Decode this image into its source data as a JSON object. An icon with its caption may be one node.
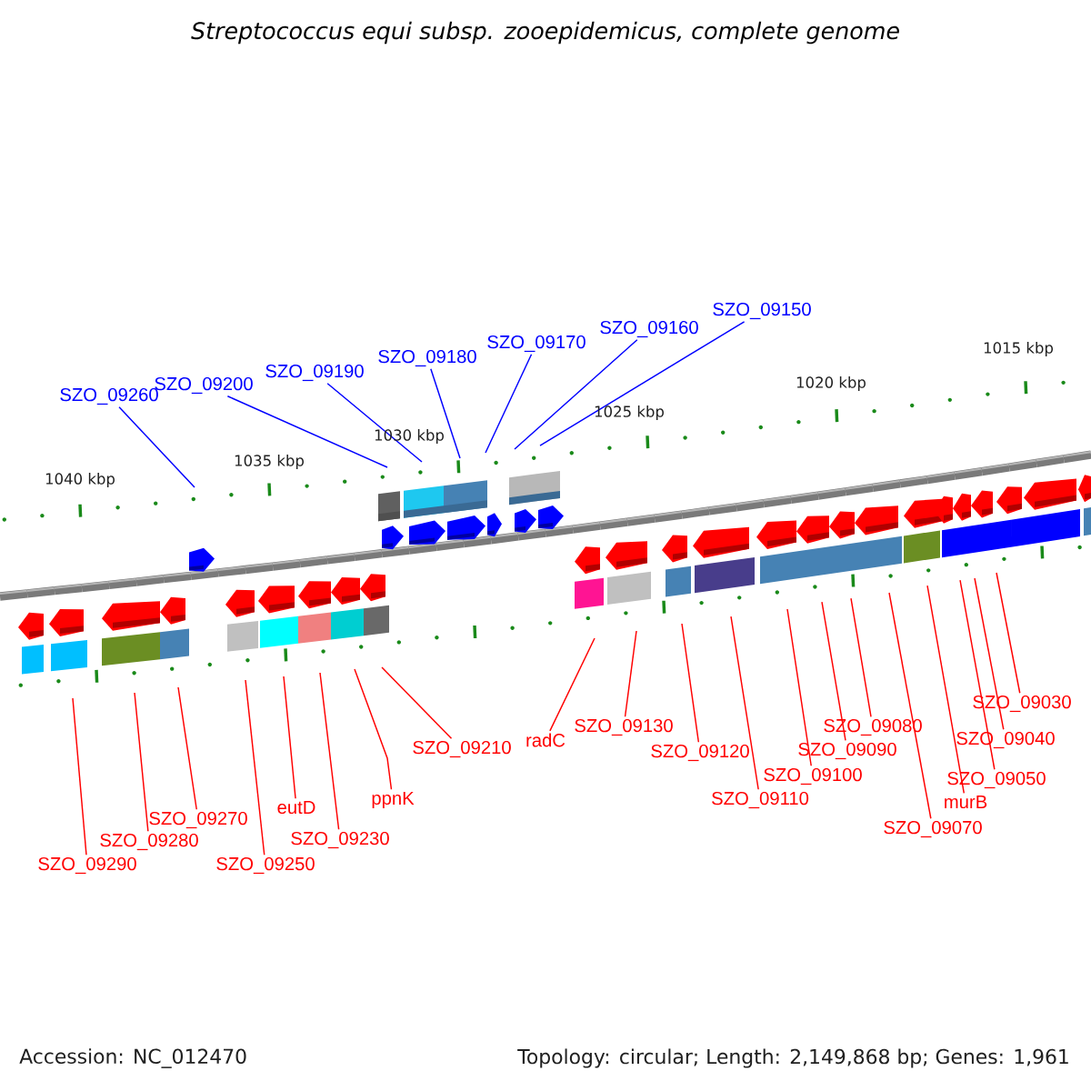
{
  "diagram": {
    "title": "Streptococcus equi subsp. zooepidemicus, complete genome",
    "nodes": [
      {
        "text": [
          "SZO_09260"
        ]
      },
      {
        "text": [
          "SZO_09200"
        ]
      },
      {
        "text": [
          "SZO_09190"
        ]
      },
      {
        "text": [
          "SZO_09180"
        ]
      },
      {
        "text": [
          "SZO_09170"
        ]
      },
      {
        "text": [
          "SZO_09160"
        ]
      },
      {
        "text": [
          "SZO_09150"
        ]
      },
      {
        "text": [
          "SZO_09290"
        ]
      },
      {
        "text": [
          "SZO_09280"
        ]
      },
      {
        "text": [
          "SZO_09270"
        ]
      },
      {
        "text": [
          "SZO_09250"
        ]
      },
      {
        "text": [
          "eutD"
        ]
      },
      {
        "text": [
          "SZO_09230"
        ]
      },
      {
        "text": [
          "ppnK"
        ]
      },
      {
        "text": [
          "SZO_09210"
        ]
      },
      {
        "text": [
          "radC"
        ]
      },
      {
        "text": [
          "SZO_09130"
        ]
      },
      {
        "text": [
          "SZO_09120"
        ]
      },
      {
        "text": [
          "SZO_09110"
        ]
      },
      {
        "text": [
          "SZO_09100"
        ]
      },
      {
        "text": [
          "SZO_09090"
        ]
      },
      {
        "text": [
          "SZO_09080"
        ]
      },
      {
        "text": [
          "SZO_09070"
        ]
      },
      {
        "text": [
          "murB"
        ]
      },
      {
        "text": [
          "SZO_09050"
        ]
      },
      {
        "text": [
          "SZO_09040"
        ]
      },
      {
        "text": [
          "SZO_09030"
        ]
      }
    ],
    "edges": [
      {
        "from": 0,
        "to": null,
        "arrow": "none",
        "color": "#0000ff"
      },
      {
        "from": 1,
        "to": null,
        "arrow": "none",
        "color": "#0000ff"
      },
      {
        "from": 2,
        "to": null,
        "arrow": "none",
        "color": "#0000ff"
      },
      {
        "from": 3,
        "to": null,
        "arrow": "none",
        "color": "#0000ff"
      },
      {
        "from": 4,
        "to": null,
        "arrow": "none",
        "color": "#0000ff"
      },
      {
        "from": 5,
        "to": null,
        "arrow": "none",
        "color": "#0000ff"
      },
      {
        "from": 6,
        "to": null,
        "arrow": "none",
        "color": "#0000ff"
      },
      {
        "from": 7,
        "to": null,
        "arrow": "none"
      },
      {
        "from": 8,
        "to": null,
        "arrow": "none"
      },
      {
        "from": 9,
        "to": null,
        "arrow": "none"
      },
      {
        "from": 10,
        "to": null,
        "arrow": "none"
      },
      {
        "from": 11,
        "to": null,
        "arrow": "none"
      },
      {
        "from": 12,
        "to": null,
        "arrow": "none"
      },
      {
        "from": 13,
        "to": null,
        "arrow": "none"
      },
      {
        "from": 14,
        "to": null,
        "arrow": "none"
      },
      {
        "from": 15,
        "to": null,
        "arrow": "none"
      },
      {
        "from": 16,
        "to": null,
        "arrow": "none"
      },
      {
        "from": 17,
        "to": null,
        "arrow": "none"
      },
      {
        "from": 18,
        "to": null,
        "arrow": "none"
      },
      {
        "from": 19,
        "to": null,
        "arrow": "none"
      },
      {
        "from": 20,
        "to": null,
        "arrow": "none"
      },
      {
        "from": 21,
        "to": null,
        "arrow": "none"
      },
      {
        "from": 22,
        "to": null,
        "arrow": "none"
      },
      {
        "from": 23,
        "to": null,
        "arrow": "none"
      },
      {
        "from": 24,
        "to": null,
        "arrow": "none"
      },
      {
        "from": 25,
        "to": null,
        "arrow": "none"
      },
      {
        "from": 26,
        "to": null,
        "arrow": "none"
      }
    ],
    "labels": [
      "1040 kbp",
      "1035 kbp",
      "1030 kbp",
      "1025 kbp",
      "1020 kbp",
      "1015 kbp",
      "Accession: NC_012470",
      "Topology: circular; Length: 2,149,868 bp; Genes: 1,961"
    ]
  }
}
